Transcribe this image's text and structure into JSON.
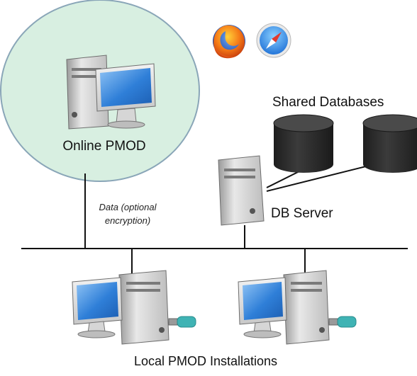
{
  "labels": {
    "online_pmod": "Online PMOD",
    "data_line1": "Data (optional",
    "data_line2": "encryption)",
    "shared_databases": "Shared Databases",
    "db_server": "DB Server",
    "local_installations": "Local PMOD Installations"
  },
  "icons": {
    "browser_1": "firefox-icon",
    "browser_2": "safari-icon"
  },
  "colors": {
    "cloud_fill": "#d8efe1",
    "cloud_stroke": "#8aa6b8",
    "screen_blue": "#2f7fd8",
    "database_fill": "#2f2f2f",
    "usb_teal": "#3fb3b4",
    "line": "#111111"
  }
}
